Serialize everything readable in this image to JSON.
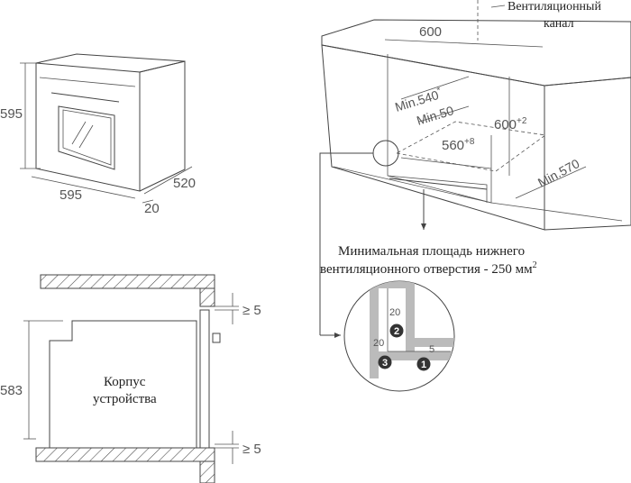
{
  "oven": {
    "height": "595",
    "width": "595",
    "depth": "520",
    "door": "20"
  },
  "cabinet": {
    "vent_label_1": "Вентиляционный",
    "vent_label_2": "канал",
    "width_top": "600",
    "min_540": "Min.540",
    "min_540_sup": "*",
    "min_50": "Min.50",
    "height_600": "600",
    "height_600_sup": "+2",
    "width_560": "560",
    "width_560_sup": "+8",
    "min_570": "Min.570",
    "note_line1": "Минимальная площадь нижнего",
    "note_line2": "вентиляционного отверстия - 250 мм",
    "note_sup": "2"
  },
  "detail": {
    "dim_20_top": "20",
    "dim_20_left": "20",
    "dim_5": "5",
    "marker_1": "1",
    "marker_2": "2",
    "marker_3": "3"
  },
  "section": {
    "height": "583",
    "gap_top": "≥ 5",
    "gap_bottom": "≥ 5",
    "body_label_1": "Корпус",
    "body_label_2": "устройства"
  }
}
